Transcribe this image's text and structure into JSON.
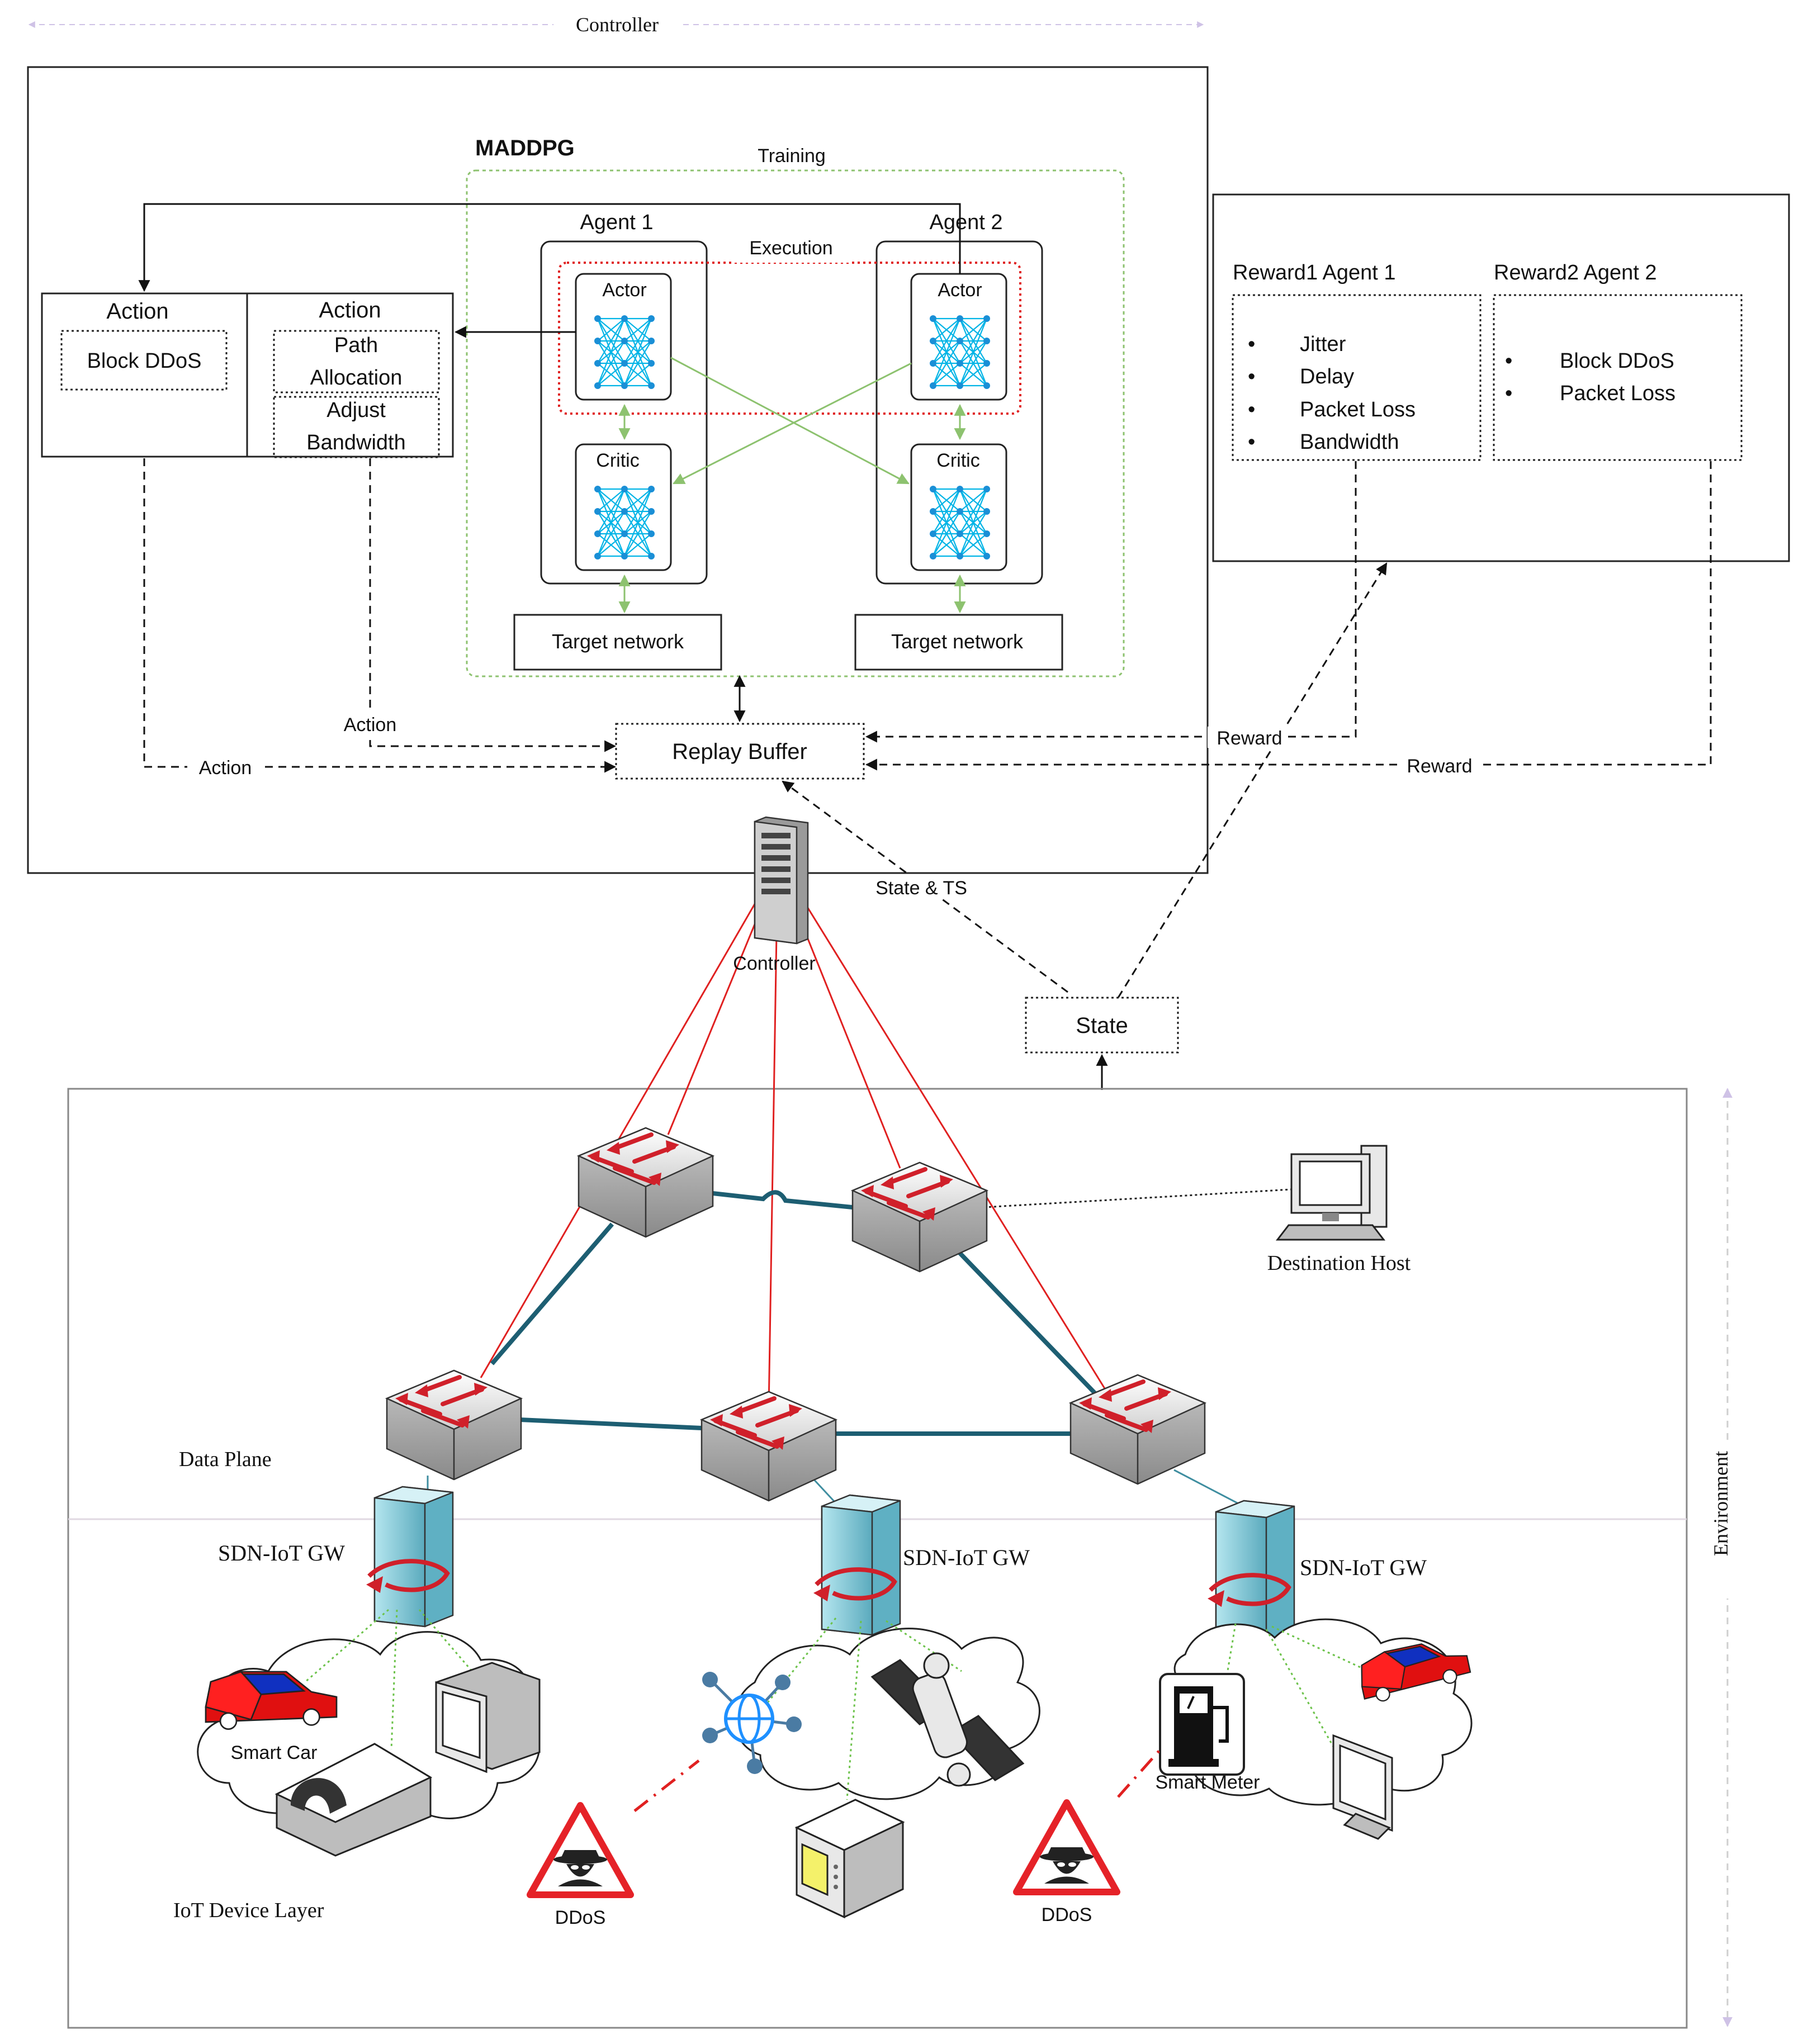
{
  "controller_range_label": "Controller",
  "environment_range_label": "Environment",
  "maddpg": {
    "title": "MADDPG",
    "training_label": "Training",
    "execution_label": "Execution",
    "agent1": {
      "label": "Agent 1",
      "actor": "Actor",
      "critic": "Critic",
      "target": "Target network"
    },
    "agent2": {
      "label": "Agent 2",
      "actor": "Actor",
      "critic": "Critic",
      "target": "Target network"
    }
  },
  "actions": {
    "agent1_header": "Action",
    "agent1_items": [
      "Block DDoS"
    ],
    "agent2_header": "Action",
    "agent2_items": [
      "Path Allocation",
      "Adjust Bandwidth"
    ]
  },
  "rewards": {
    "agent1_title": "Reward1 Agent 1",
    "agent1_items": [
      "Jitter",
      "Delay",
      "Packet Loss",
      "Bandwidth"
    ],
    "agent2_title": "Reward2 Agent 2",
    "agent2_items": [
      "Block DDoS",
      "Packet Loss"
    ]
  },
  "replay_buffer": "Replay Buffer",
  "state_box": "State",
  "flow_labels": {
    "action": "Action",
    "action2": "Action",
    "reward": "Reward",
    "reward2": "Reward",
    "state_ts": "State & TS"
  },
  "network": {
    "controller_label": "Controller",
    "destination_host": "Destination Host",
    "data_plane": "Data Plane",
    "iot_layer": "IoT Device Layer",
    "gateway_labels": [
      "SDN-IoT GW",
      "SDN-IoT GW",
      "SDN-IoT GW"
    ],
    "smart_car": "Smart Car",
    "smart_meter": "Smart Meter",
    "ddos": [
      "DDoS",
      "DDoS"
    ]
  },
  "colors": {
    "training_border": "#8dc26f",
    "execution_border": "#e02020",
    "nn_blue": "#00b4e6",
    "control_link": "#e02020",
    "data_link": "#1d5e72",
    "switch_arrow": "#d0202a",
    "gateway": "#8fd3e0",
    "iot_link": "#6cc24a"
  }
}
